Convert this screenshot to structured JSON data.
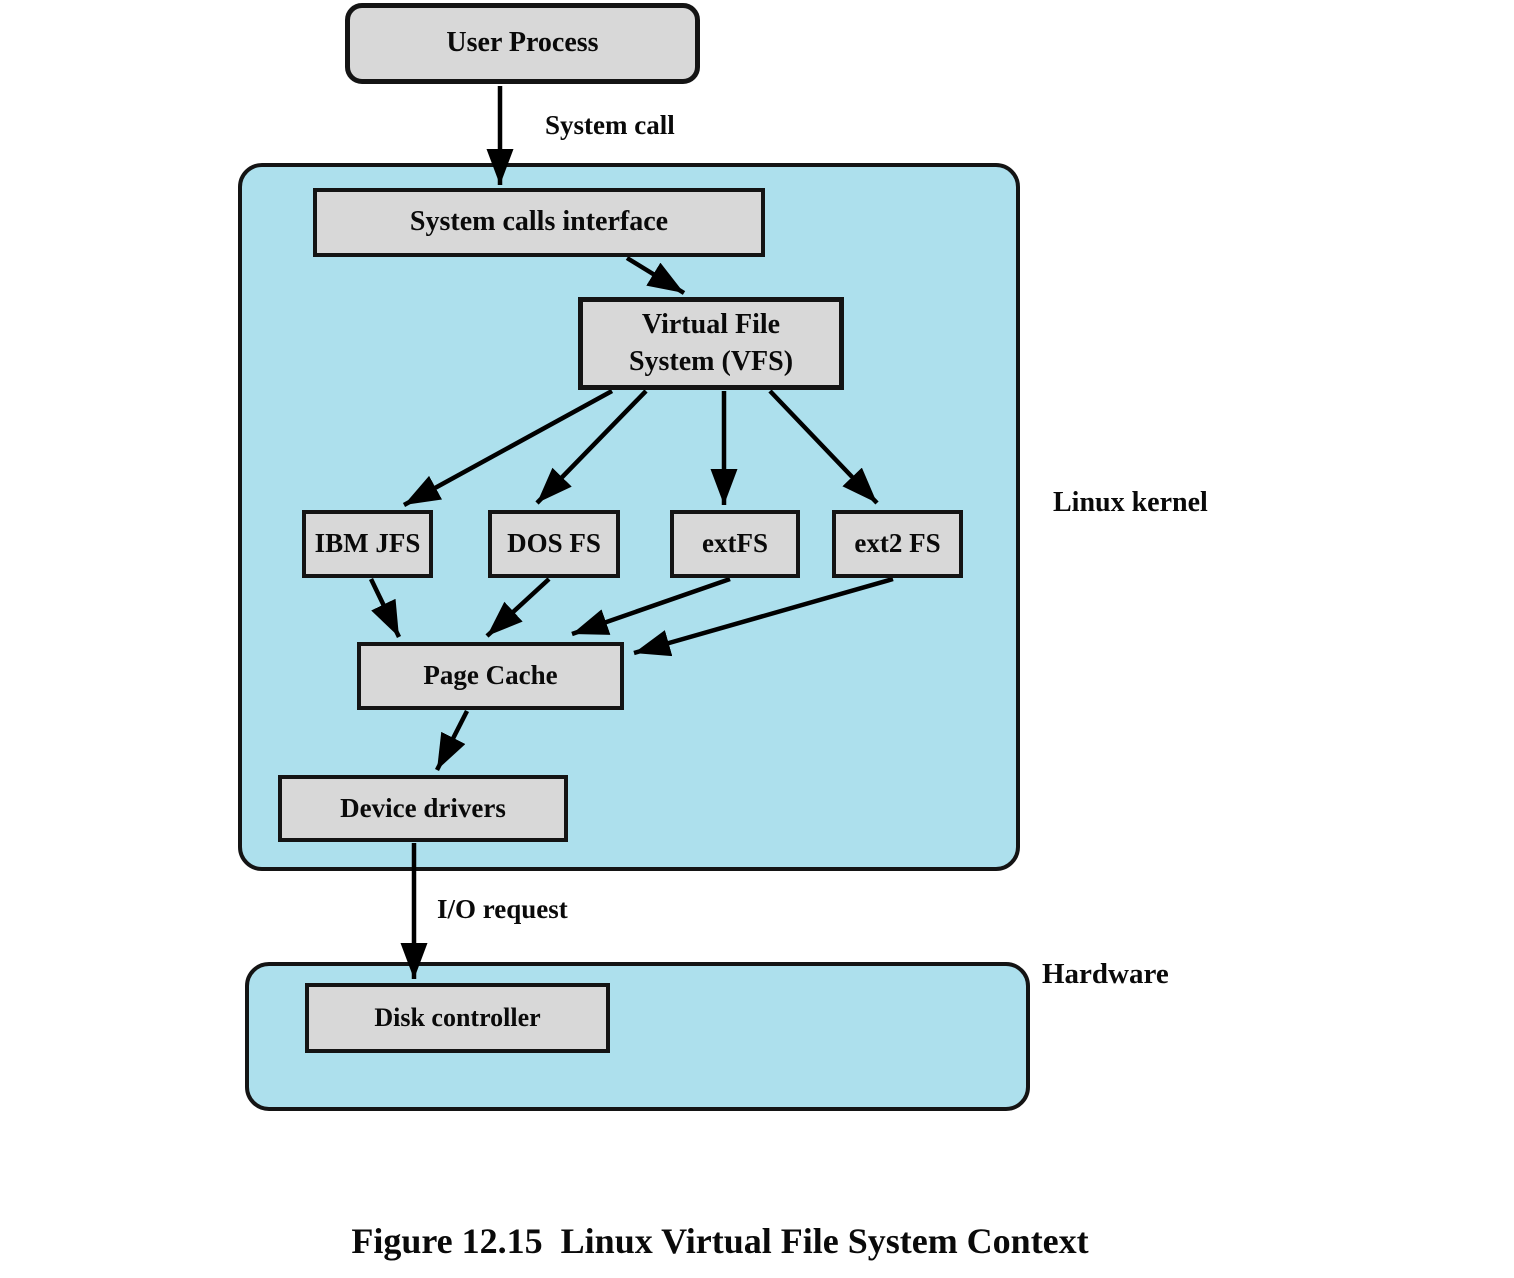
{
  "figure": {
    "caption_prefix": "Figure 12.15",
    "caption_title": "Linux Virtual File System Context"
  },
  "regions": {
    "linux_kernel": {
      "label": "Linux kernel"
    },
    "hardware": {
      "label": "Hardware"
    }
  },
  "nodes": {
    "user_process": {
      "label": "User Process"
    },
    "system_calls_interface": {
      "label": "System calls interface"
    },
    "vfs": {
      "line1": "Virtual File",
      "line2": "System (VFS)"
    },
    "ibm_jfs": {
      "label": "IBM JFS"
    },
    "dos_fs": {
      "label": "DOS FS"
    },
    "extfs": {
      "label": "extFS"
    },
    "ext2_fs": {
      "label": "ext2 FS"
    },
    "page_cache": {
      "label": "Page Cache"
    },
    "device_drivers": {
      "label": "Device drivers"
    },
    "disk_controller": {
      "label": "Disk controller"
    }
  },
  "edge_labels": {
    "system_call": "System call",
    "io_request": "I/O request"
  },
  "edges": [
    {
      "from": "User Process",
      "to": "System calls interface",
      "label": "System call"
    },
    {
      "from": "System calls interface",
      "to": "Virtual File System (VFS)"
    },
    {
      "from": "Virtual File System (VFS)",
      "to": "IBM JFS"
    },
    {
      "from": "Virtual File System (VFS)",
      "to": "DOS FS"
    },
    {
      "from": "Virtual File System (VFS)",
      "to": "extFS"
    },
    {
      "from": "Virtual File System (VFS)",
      "to": "ext2 FS"
    },
    {
      "from": "IBM JFS",
      "to": "Page Cache"
    },
    {
      "from": "DOS FS",
      "to": "Page Cache"
    },
    {
      "from": "extFS",
      "to": "Page Cache"
    },
    {
      "from": "ext2 FS",
      "to": "Page Cache"
    },
    {
      "from": "Page Cache",
      "to": "Device drivers"
    },
    {
      "from": "Device drivers",
      "to": "Disk controller",
      "label": "I/O request"
    }
  ],
  "colors": {
    "region_fill": "#ade0ed",
    "node_fill": "#d8d8d8",
    "border": "#141414",
    "arrow": "#000000",
    "background": "#ffffff"
  }
}
